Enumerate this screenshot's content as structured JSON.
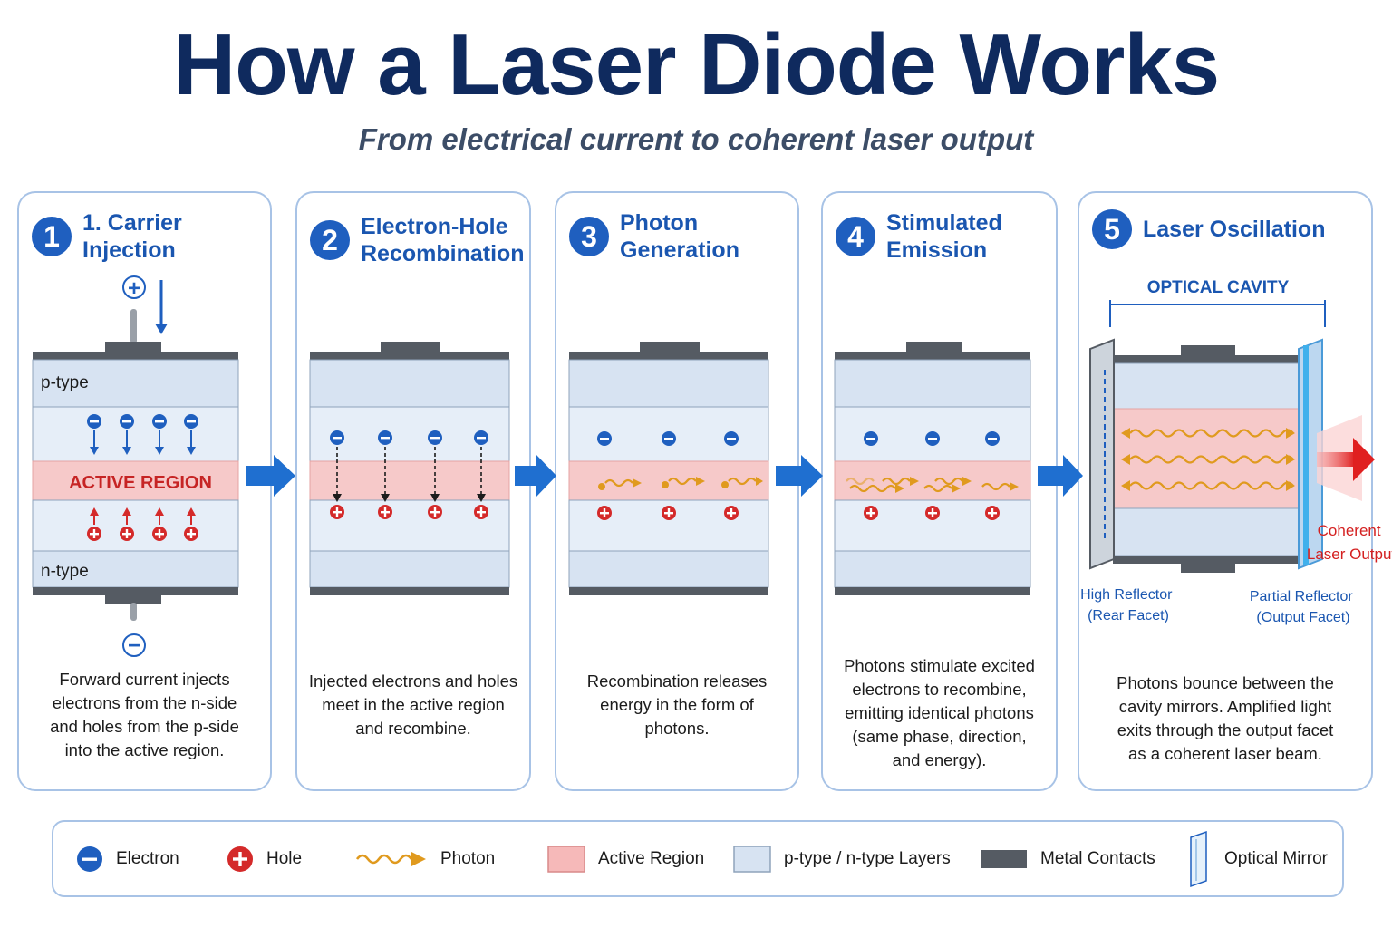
{
  "header": {
    "title": "How a Laser Diode Works",
    "subtitle": "From electrical current to coherent laser output"
  },
  "steps": [
    {
      "number": "1",
      "title": "1. Carrier Injection",
      "description_lines": [
        "Forward current injects",
        "electrons from the n-side",
        "and holes from the p-side",
        "into the active region."
      ],
      "labels": {
        "p_type": "p-type",
        "n_type": "n-type",
        "active_region": "ACTIVE REGION",
        "plus": "+",
        "minus": "−"
      }
    },
    {
      "number": "2",
      "title_lines": [
        "Electron-Hole",
        "Recombination"
      ],
      "description_lines": [
        "Injected electrons and holes",
        "meet in the active region",
        "and recombine."
      ]
    },
    {
      "number": "3",
      "title": "Photon Generation",
      "description_lines": [
        "Recombination releases",
        "energy in the form of",
        "photons."
      ]
    },
    {
      "number": "4",
      "title": "Stimulated Emission",
      "description_lines": [
        "Photons stimulate excited",
        "electrons to recombine,",
        "emitting identical photons",
        "(same phase, direction,",
        "and energy)."
      ]
    },
    {
      "number": "5",
      "title": "Laser Oscillation",
      "description_lines": [
        "Photons bounce between the",
        "cavity mirrors. Amplified light",
        "exits through the output facet",
        "as a coherent laser beam."
      ],
      "labels": {
        "optical_cavity": "OPTICAL CAVITY",
        "high_reflector_lines": [
          "High Reflector",
          "(Rear Facet)"
        ],
        "partial_reflector_lines": [
          "Partial Reflector",
          "(Output Facet)"
        ],
        "output_lines": [
          "Coherent",
          "Laser Output"
        ]
      }
    }
  ],
  "legend": [
    {
      "label": "Electron",
      "icon": "electron-icon"
    },
    {
      "label": "Hole",
      "icon": "hole-icon"
    },
    {
      "label": "Photon",
      "icon": "photon-icon"
    },
    {
      "label": "Active Region",
      "icon": "active-region-swatch"
    },
    {
      "label": "p-type / n-type Layers",
      "icon": "layers-swatch"
    },
    {
      "label": "Metal Contacts",
      "icon": "metal-contact-swatch"
    },
    {
      "label": "Optical Mirror",
      "icon": "optical-mirror-icon"
    }
  ],
  "colors": {
    "navy": "#0f2a5e",
    "accent_blue": "#1f5fbf",
    "electron": "#1f5fbf",
    "hole": "#d42a2a",
    "photon": "#e09a1e",
    "active_region": "#f6c9c9",
    "layers": "#d7e3f2",
    "metal": "#555b63",
    "mirror": "#bcd7f0",
    "panel_border": "#a8c3e6",
    "laser_output": "#e02020"
  }
}
